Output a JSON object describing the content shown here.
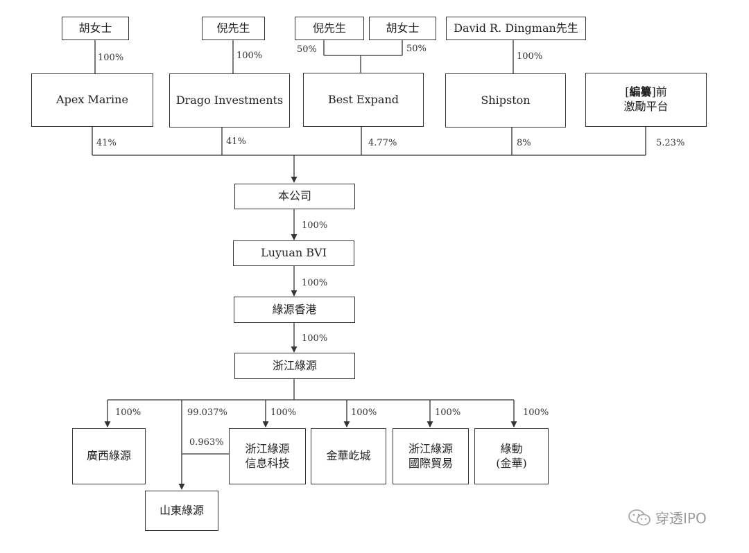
{
  "shareholders": {
    "hu_1": "胡女士",
    "ni_1": "倪先生",
    "ni_2": "倪先生",
    "hu_2": "胡女士",
    "dingman": "David R. Dingman先生"
  },
  "holding_entities": {
    "apex": "Apex Marine",
    "drago": "Drago Investments",
    "best_expand": "Best Expand",
    "shipston": "Shipston",
    "incentive_bracket_open": "[",
    "incentive_redacted": "編纂",
    "incentive_bracket_close": "]前",
    "incentive_line2": "激勵平台"
  },
  "upper_pct": {
    "hu_apex": "100%",
    "ni_drago": "100%",
    "ni_best": "50%",
    "hu_best": "50%",
    "dingman_shipston": "100%"
  },
  "stake_pct": {
    "apex": "41%",
    "drago": "41%",
    "best_expand": "4.77%",
    "shipston": "8%",
    "incentive": "5.23%"
  },
  "chain": {
    "company": "本公司",
    "company_to_bvi": "100%",
    "bvi": "Luyuan BVI",
    "bvi_to_hk": "100%",
    "hk": "綠源香港",
    "hk_to_zj": "100%",
    "zhejiang": "浙江綠源"
  },
  "subsidiaries": {
    "guangxi": "廣西綠源",
    "guangxi_pct": "100%",
    "shandong": "山東綠源",
    "shandong_pct": "99.037%",
    "shandong_via_info_pct": "0.963%",
    "info_tech_line1": "浙江綠源",
    "info_tech_line2": "信息科技",
    "info_tech_pct": "100%",
    "jinhua_qicheng": "金華屹城",
    "jinhua_qicheng_pct": "100%",
    "intl_trade_line1": "浙江綠源",
    "intl_trade_line2": "國際貿易",
    "intl_trade_pct": "100%",
    "lvdong_line1": "綠動",
    "lvdong_line2": "(金華)",
    "lvdong_pct": "100%"
  },
  "watermark": "穿透IPO"
}
